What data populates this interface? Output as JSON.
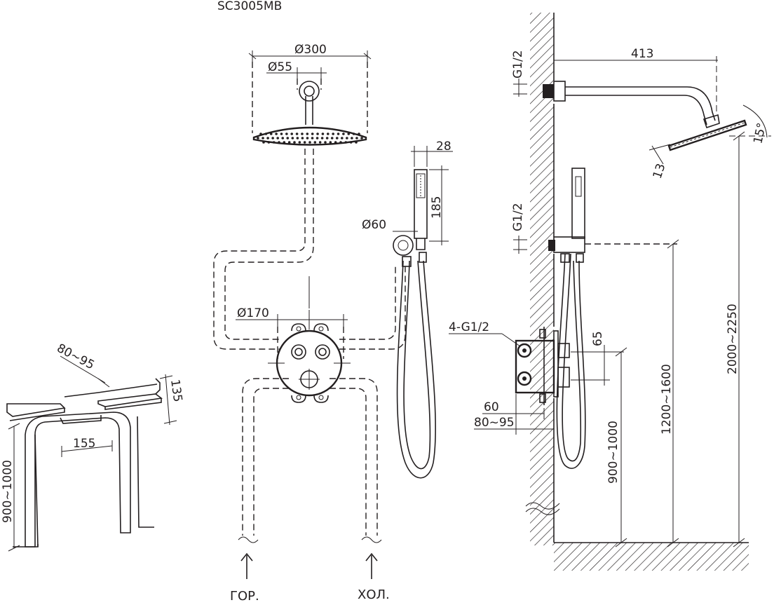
{
  "model": "SC3005MB",
  "colors": {
    "line": "#231f20",
    "background": "#ffffff"
  },
  "front_view": {
    "shower_head_diameter": "Ø300",
    "arm_flange_diameter": "Ø55",
    "hand_shower_width": "28",
    "hand_shower_length": "185",
    "holder_diameter": "Ø60",
    "valve_plate_diameter": "Ø170",
    "hot_inlet": "ГОР.",
    "cold_inlet": "ХОЛ."
  },
  "side_view": {
    "arm_length": "413",
    "arm_thread": "G1/2",
    "head_tilt": "15°",
    "head_thickness": "13",
    "holder_thread": "G1/2",
    "valve_threads": "4-G1/2",
    "valve_spacing": "65",
    "valve_body_depth": "60",
    "install_depth": "80~95",
    "valve_height": "900~1000",
    "holder_height": "1200~1600",
    "head_height": "2000~2250"
  },
  "install_detail": {
    "depth": "80~95",
    "box_depth": "135",
    "box_width": "155",
    "height": "900~1000"
  }
}
